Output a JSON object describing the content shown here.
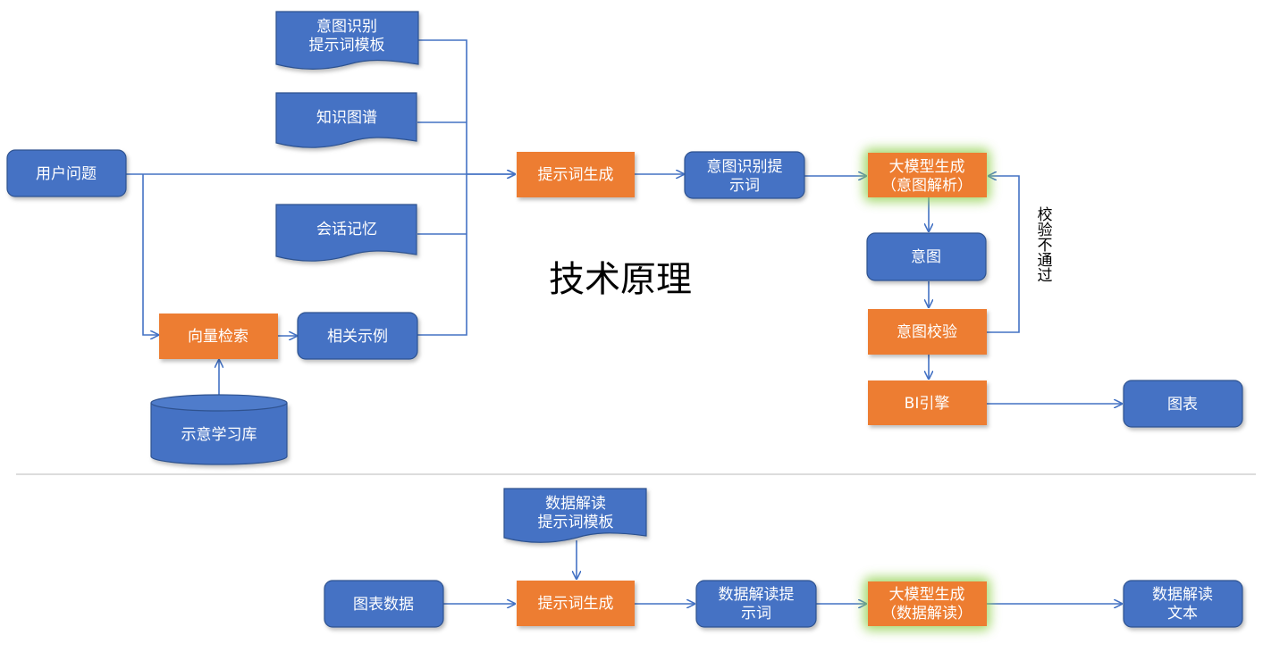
{
  "title": "技术原理",
  "colors": {
    "blue": "#4472c4",
    "orange": "#ed7d31",
    "glow": "#92d050",
    "line": "#4472c4"
  },
  "nodes": {
    "intent_template": [
      "意图识别",
      "提示词模板"
    ],
    "knowledge_graph": [
      "知识图谱"
    ],
    "session_memory": [
      "会话记忆"
    ],
    "user_question": [
      "用户问题"
    ],
    "vector_search": [
      "向量检索"
    ],
    "related_examples": [
      "相关示例"
    ],
    "example_library": [
      "示意学习库"
    ],
    "prompt_gen_top": [
      "提示词生成"
    ],
    "intent_prompt": [
      "意图识别提",
      "示词"
    ],
    "llm_intent": [
      "大模型生成",
      "（意图解析）"
    ],
    "intent": [
      "意图"
    ],
    "intent_check": [
      "意图校验"
    ],
    "bi_engine": [
      "BI引擎"
    ],
    "chart": [
      "图表"
    ],
    "check_failed": "校验不通过",
    "data_template": [
      "数据解读",
      "提示词模板"
    ],
    "chart_data": [
      "图表数据"
    ],
    "prompt_gen_bottom": [
      "提示词生成"
    ],
    "data_prompt": [
      "数据解读提",
      "示词"
    ],
    "llm_data": [
      "大模型生成",
      "（数据解读）"
    ],
    "data_text": [
      "数据解读",
      "文本"
    ]
  }
}
